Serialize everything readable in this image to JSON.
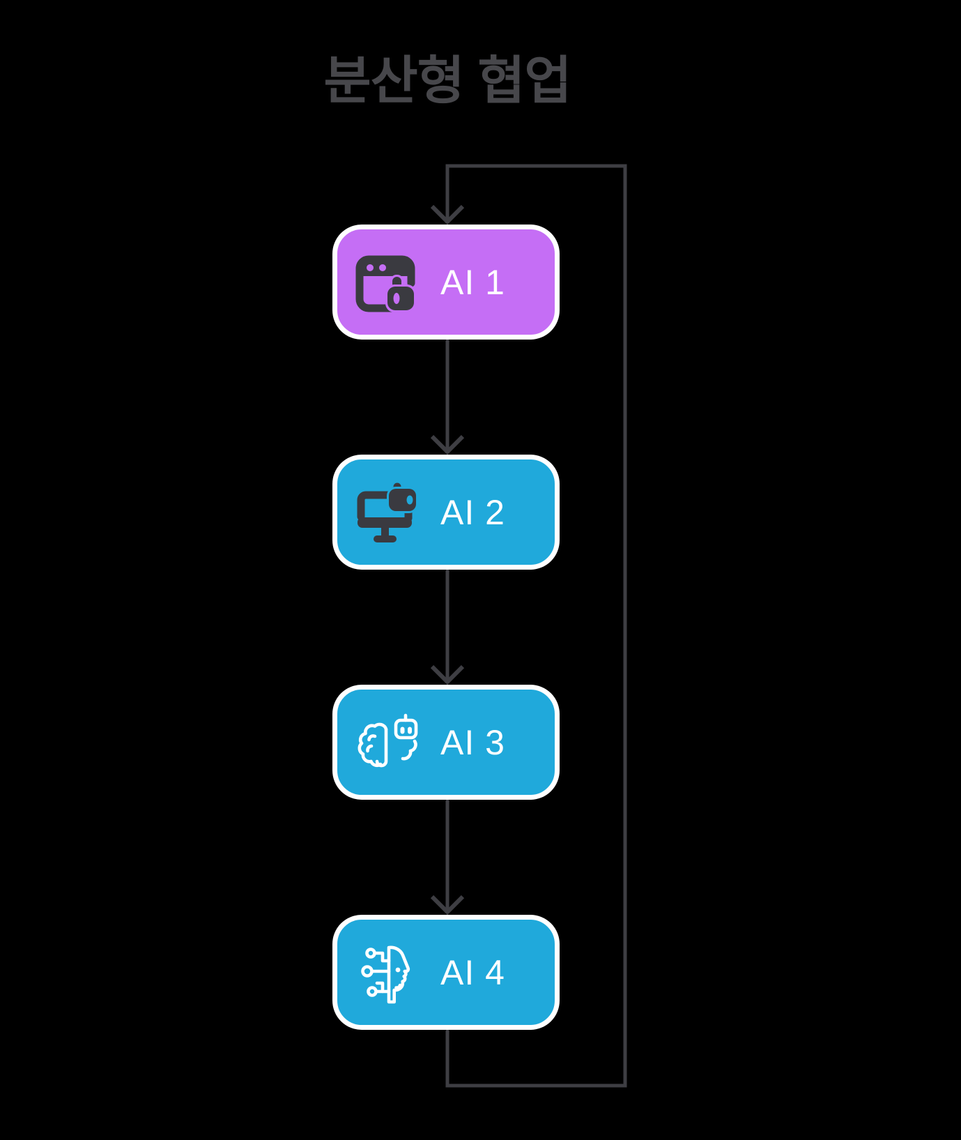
{
  "title": "분산형 협업",
  "diagram": {
    "type": "flowchart",
    "direction": "top-down",
    "nodes": [
      {
        "id": "ai1",
        "label": "AI 1",
        "icon": "browser-agent-icon",
        "fill": "#c56ef5"
      },
      {
        "id": "ai2",
        "label": "AI 2",
        "icon": "monitor-robot-icon",
        "fill": "#20a9db"
      },
      {
        "id": "ai3",
        "label": "AI 3",
        "icon": "brain-robot-icon",
        "fill": "#20a9db"
      },
      {
        "id": "ai4",
        "label": "AI 4",
        "icon": "cyborg-face-icon",
        "fill": "#20a9db"
      }
    ],
    "edges": [
      {
        "from": "ai1",
        "to": "ai2",
        "style": "straight-arrow-down"
      },
      {
        "from": "ai2",
        "to": "ai3",
        "style": "straight-arrow-down"
      },
      {
        "from": "ai3",
        "to": "ai4",
        "style": "straight-arrow-down"
      },
      {
        "from": "ai4",
        "to": "ai1",
        "style": "feedback-loop-right"
      }
    ]
  },
  "colors": {
    "background": "#000000",
    "title_text": "#47474b",
    "connector_line": "#3e3e43",
    "node_border": "#ffffff",
    "node_label": "#ffffff",
    "purple_node_fill": "#c56ef5",
    "blue_node_fill": "#20a9db",
    "dark_icon": "#3a3a40",
    "light_icon": "#ffffff"
  }
}
